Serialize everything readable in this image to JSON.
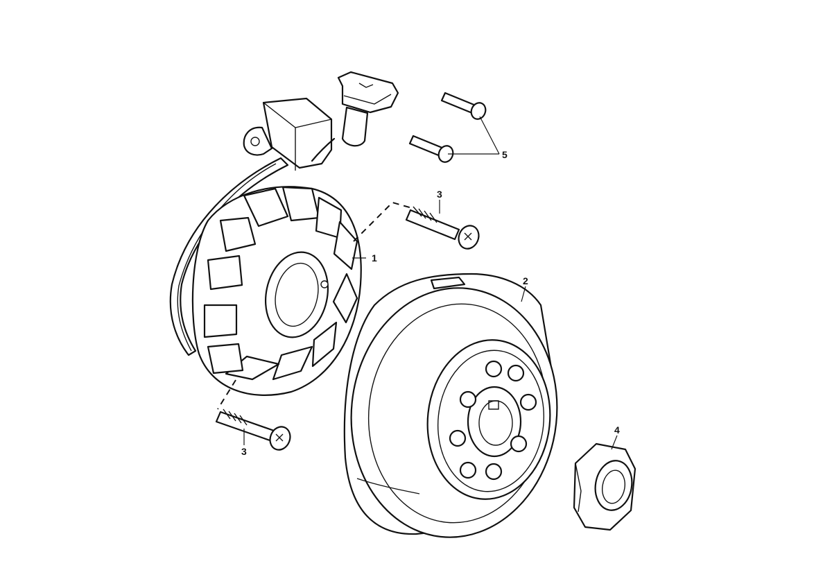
{
  "diagram": {
    "callouts": [
      {
        "id": "1",
        "label": "1"
      },
      {
        "id": "2",
        "label": "2"
      },
      {
        "id": "3a",
        "label": "3"
      },
      {
        "id": "3b",
        "label": "3"
      },
      {
        "id": "4",
        "label": "4"
      },
      {
        "id": "5",
        "label": "5"
      }
    ],
    "parts": [
      {
        "name": "stator-assembly",
        "callout": "1"
      },
      {
        "name": "flywheel-rotor",
        "callout": "2"
      },
      {
        "name": "stator-bolt",
        "callout": "3"
      },
      {
        "name": "flywheel-nut",
        "callout": "4"
      },
      {
        "name": "pickup-screw",
        "callout": "5"
      }
    ]
  }
}
